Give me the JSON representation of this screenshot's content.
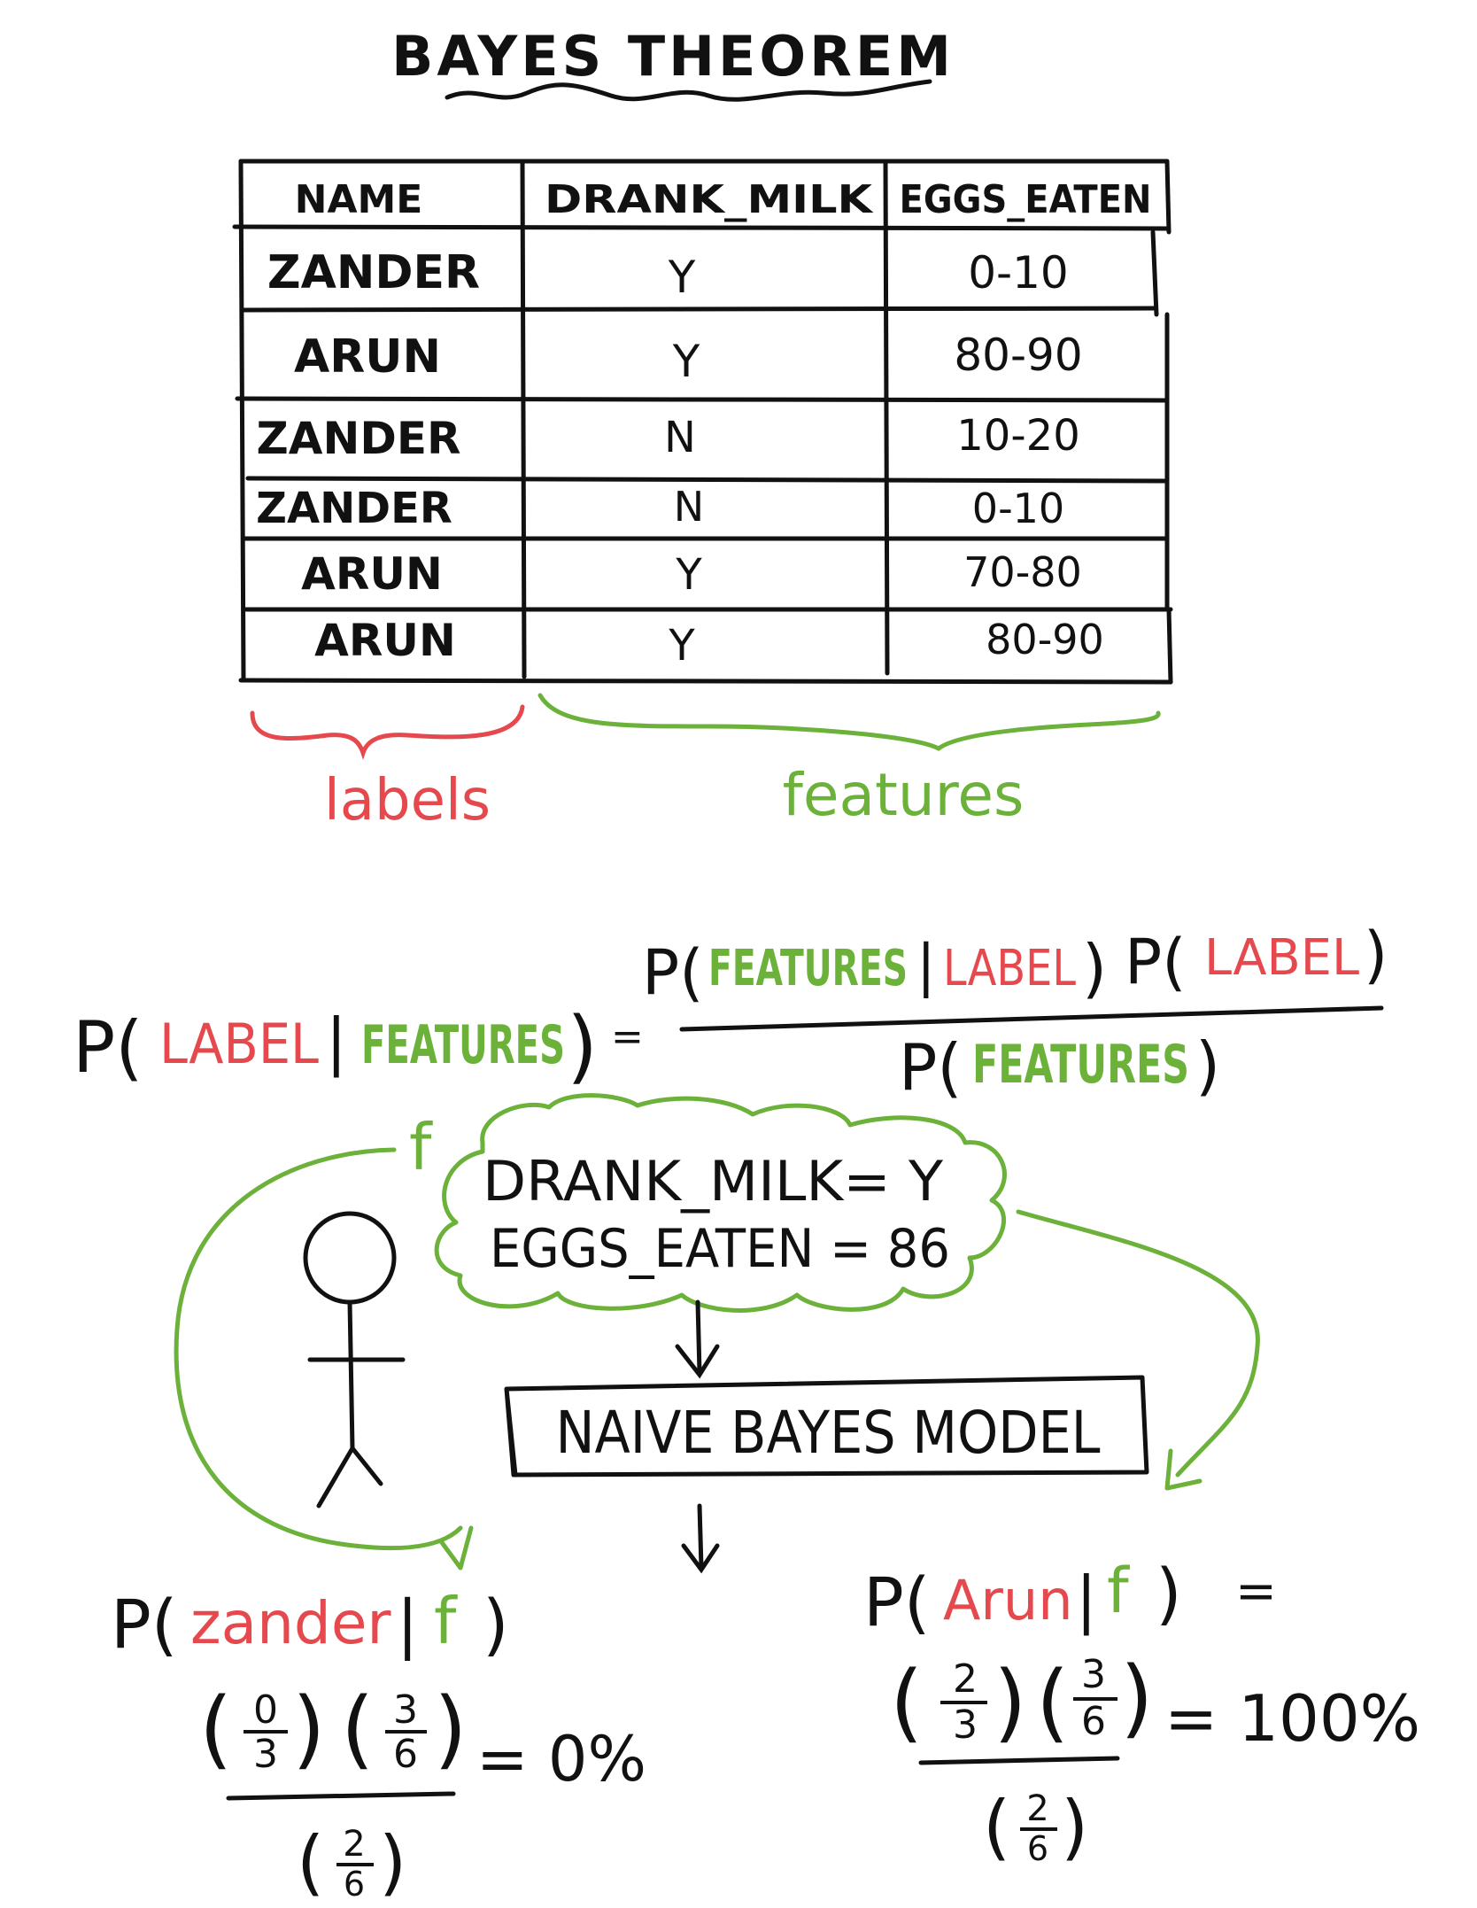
{
  "title": "BAYES THEOREM",
  "table": {
    "headers": [
      "NAME",
      "DRANK_MILK",
      "EGGS_EATEN"
    ],
    "rows": [
      [
        "ZANDER",
        "Y",
        "0-10"
      ],
      [
        "ARUN",
        "Y",
        "80-90"
      ],
      [
        "ZANDER",
        "N",
        "10-20"
      ],
      [
        "ZANDER",
        "N",
        "0-10"
      ],
      [
        "ARUN",
        "Y",
        "70-80"
      ],
      [
        "ARUN",
        "Y",
        "80-90"
      ]
    ]
  },
  "brace_labels": {
    "labels": "labels",
    "features": "features"
  },
  "formula": {
    "lhs_p": "P(",
    "lhs_label": "LABEL",
    "lhs_bar": "|",
    "lhs_features": "FEATURES",
    "lhs_close": ")",
    "equals": "=",
    "num_p1": "P(",
    "num_features": "FEATURES",
    "num_bar": "|",
    "num_label": "LABEL",
    "num_close1": ")",
    "num_p2": "P(",
    "num_label2": "LABEL",
    "num_close2": ")",
    "den_p": "P(",
    "den_features": "FEATURES",
    "den_close": ")"
  },
  "f_marker": "f",
  "cloud": {
    "line1": "DRANK_MILK= Y",
    "line2": "EGGS_EATEN = 86"
  },
  "model_box": "NAIVE BAYES MODEL",
  "zander_calc": {
    "prefix": "P(",
    "label": "zander",
    "bar": "|",
    "f": "f",
    "close": ")",
    "n1": "0",
    "d1": "3",
    "n2": "3",
    "d2": "6",
    "dn": "2",
    "dd": "6",
    "result": "= 0%"
  },
  "arun_calc": {
    "prefix": "P(",
    "label": "Arun",
    "bar": "|",
    "f": "f",
    "close": ")",
    "eq": "=",
    "n1": "2",
    "d1": "3",
    "n2": "3",
    "d2": "6",
    "dn": "2",
    "dd": "6",
    "result": "= 100%"
  },
  "colors": {
    "ink": "#111111",
    "red": "#e5484d",
    "green": "#6bb13a"
  }
}
